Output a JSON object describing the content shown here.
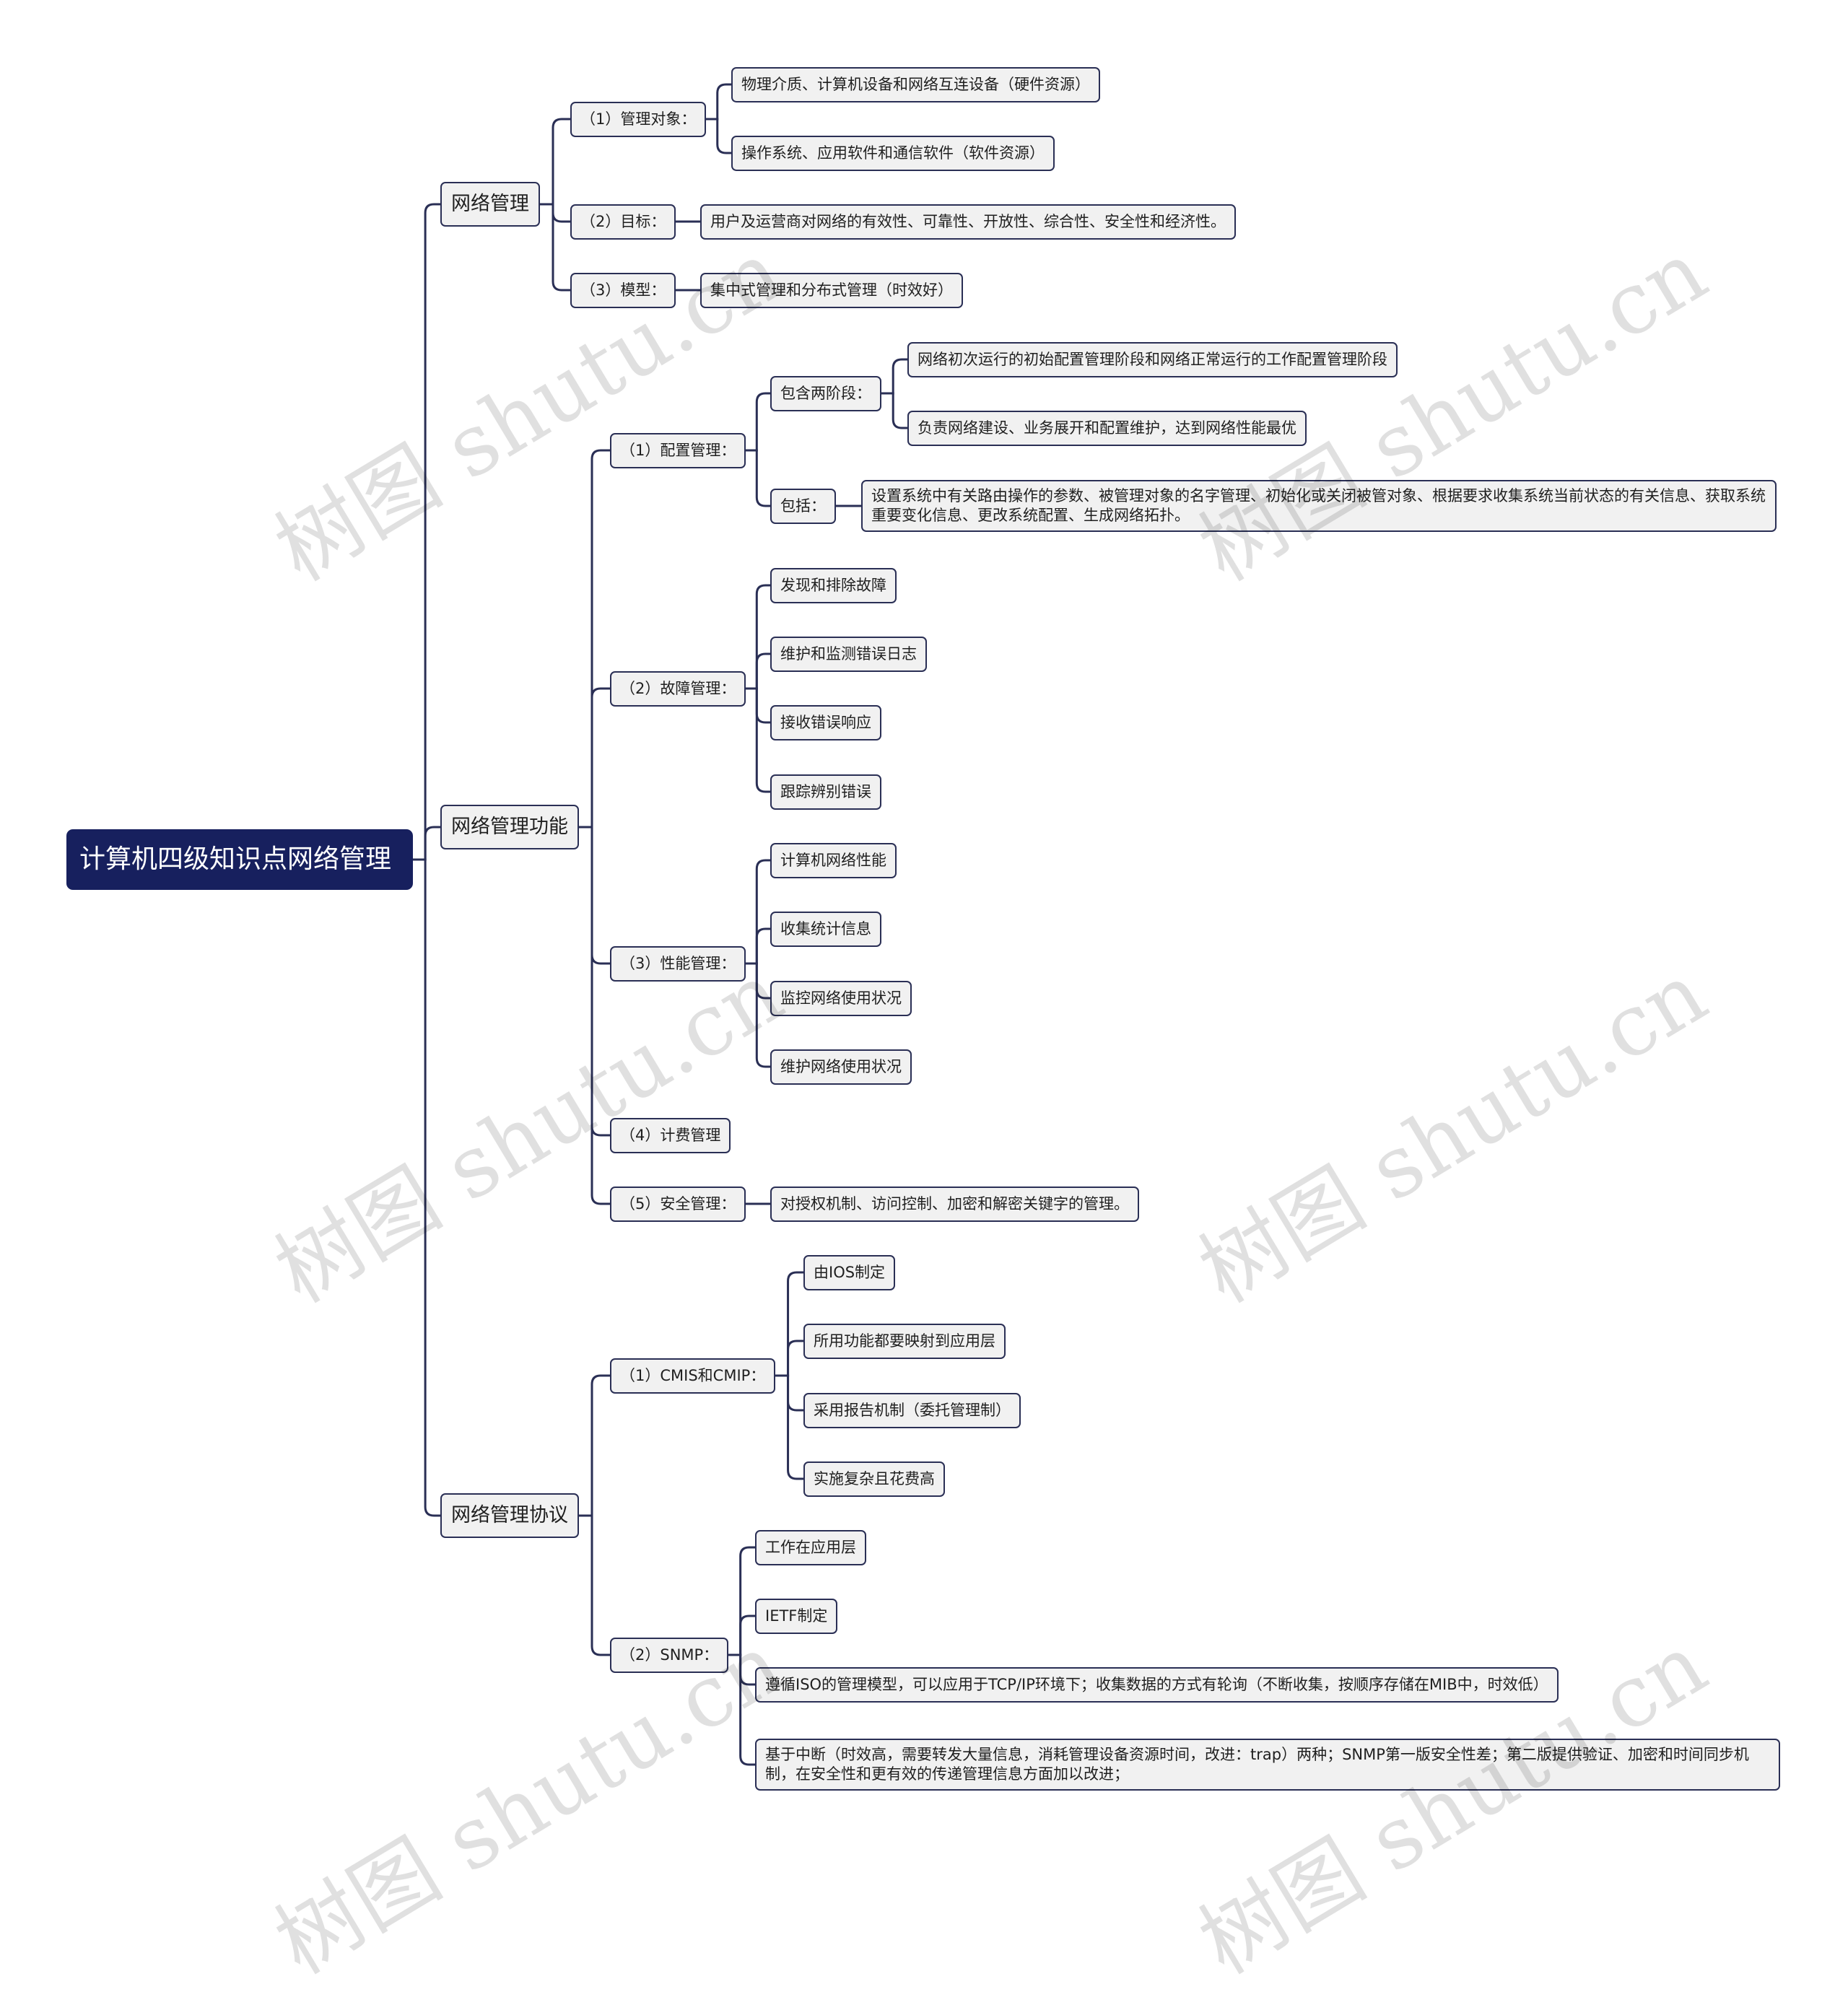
{
  "root": "计算机四级知识点网络管理",
  "branches": [
    {
      "label": "网络管理",
      "children": [
        {
          "label": "（1）管理对象：",
          "children": [
            {
              "label": "物理介质、计算机设备和网络互连设备（硬件资源）"
            },
            {
              "label": "操作系统、应用软件和通信软件（软件资源）"
            }
          ]
        },
        {
          "label": "（2）目标：",
          "children": [
            {
              "label": "用户及运营商对网络的有效性、可靠性、开放性、综合性、安全性和经济性。"
            }
          ]
        },
        {
          "label": "（3）模型：",
          "children": [
            {
              "label": "集中式管理和分布式管理（时效好）"
            }
          ]
        }
      ]
    },
    {
      "label": "网络管理功能",
      "children": [
        {
          "label": "（1）配置管理：",
          "children": [
            {
              "label": "包含两阶段：",
              "children": [
                {
                  "label": "网络初次运行的初始配置管理阶段和网络正常运行的工作配置管理阶段"
                },
                {
                  "label": "负责网络建设、业务展开和配置维护，达到网络性能最优"
                }
              ]
            },
            {
              "label": "包括：",
              "children": [
                {
                  "label": "设置系统中有关路由操作的参数、被管理对象的名字管理、初始化或关闭被管对象、根据要求收集系统当前状态的有关信息、获取系统重要变化信息、更改系统配置、生成网络拓扑。"
                }
              ]
            }
          ]
        },
        {
          "label": "（2）故障管理：",
          "children": [
            {
              "label": "发现和排除故障"
            },
            {
              "label": "维护和监测错误日志"
            },
            {
              "label": "接收错误响应"
            },
            {
              "label": "跟踪辨别错误"
            }
          ]
        },
        {
          "label": "（3）性能管理：",
          "children": [
            {
              "label": "计算机网络性能"
            },
            {
              "label": "收集统计信息"
            },
            {
              "label": "监控网络使用状况"
            },
            {
              "label": "维护网络使用状况"
            }
          ]
        },
        {
          "label": "（4）计费管理"
        },
        {
          "label": "（5）安全管理：",
          "children": [
            {
              "label": "对授权机制、访问控制、加密和解密关键字的管理。"
            }
          ]
        }
      ]
    },
    {
      "label": "网络管理协议",
      "children": [
        {
          "label": "（1）CMIS和CMIP：",
          "children": [
            {
              "label": "由IOS制定"
            },
            {
              "label": "所用功能都要映射到应用层"
            },
            {
              "label": "采用报告机制（委托管理制）"
            },
            {
              "label": "实施复杂且花费高"
            }
          ]
        },
        {
          "label": "（2）SNMP：",
          "children": [
            {
              "label": "工作在应用层"
            },
            {
              "label": "IETF制定"
            },
            {
              "label": "遵循ISO的管理模型，可以应用于TCP/IP环境下；收集数据的方式有轮询（不断收集，按顺序存储在MIB中，时效低）"
            },
            {
              "label": "基于中断（时效高，需要转发大量信息，消耗管理设备资源时间，改进：trap）两种；SNMP第一版安全性差；第二版提供验证、加密和时间同步机制，在安全性和更有效的传递管理信息方面加以改进；"
            }
          ]
        }
      ]
    }
  ],
  "watermark": "树图 shutu.cn",
  "colors": {
    "root_bg": "#17205e",
    "node_bg": "#f1f1f1",
    "border": "#2a2f55",
    "line": "#2a2f55"
  }
}
